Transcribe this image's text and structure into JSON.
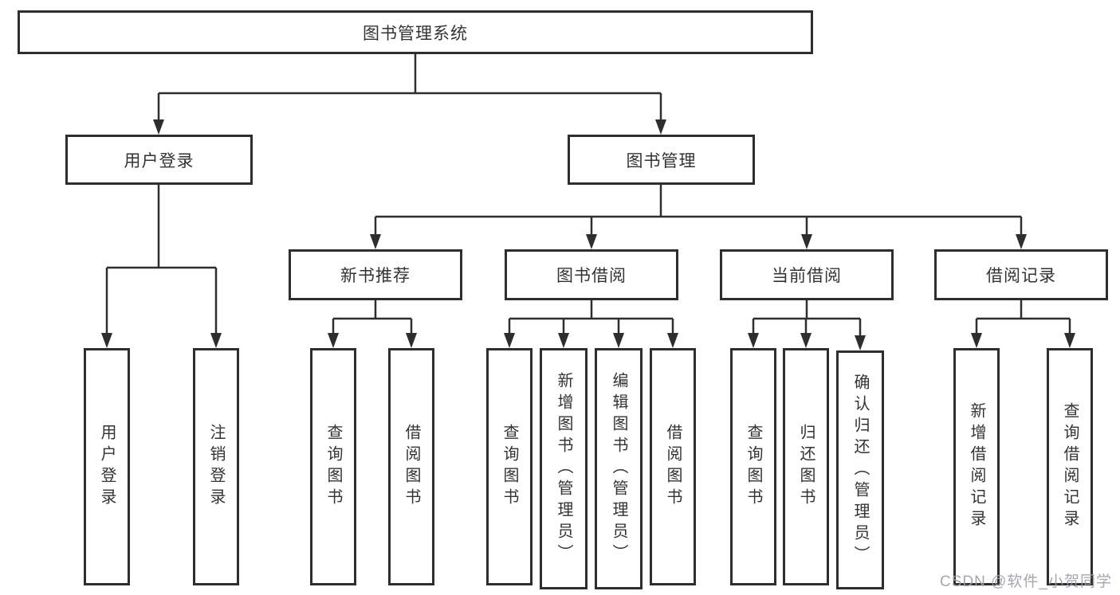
{
  "diagram": {
    "root": "图书管理系统",
    "level2": [
      "用户登录",
      "图书管理"
    ],
    "level3": [
      "新书推荐",
      "图书借阅",
      "当前借阅",
      "借阅记录"
    ],
    "children": {
      "login": [
        "用户登录",
        "注销登录"
      ],
      "recommend": [
        "查询图书",
        "借阅图书"
      ],
      "borrow": [
        "查询图书",
        "新增图书（管理员）",
        "编辑图书（管理员）",
        "借阅图书"
      ],
      "current": [
        "查询图书",
        "归还图书",
        "确认归还（管理员）"
      ],
      "records": [
        "新增借阅记录",
        "查询借阅记录"
      ]
    },
    "watermark": "CSDN @软件_小贺同学",
    "colors": {
      "line": "#2e2e2e",
      "text": "#333333",
      "watermark": "#a0a0a6",
      "background": "#ffffff"
    }
  }
}
